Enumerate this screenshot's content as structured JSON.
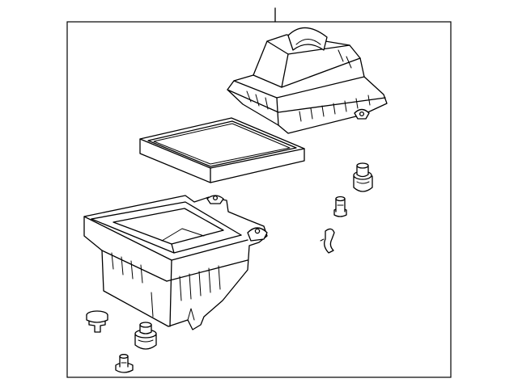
{
  "diagram": {
    "background": "#ffffff",
    "line_color": "#000000",
    "parts": [
      {
        "name": "air-cleaner-upper-cover"
      },
      {
        "name": "air-filter-element"
      },
      {
        "name": "air-cleaner-lower-case"
      },
      {
        "name": "rubber-grommet-upper"
      },
      {
        "name": "push-clip-mid"
      },
      {
        "name": "hose-clamp"
      },
      {
        "name": "grommet-lower-left"
      },
      {
        "name": "mount-bushing-lower"
      },
      {
        "name": "push-pin-bottom"
      }
    ]
  }
}
